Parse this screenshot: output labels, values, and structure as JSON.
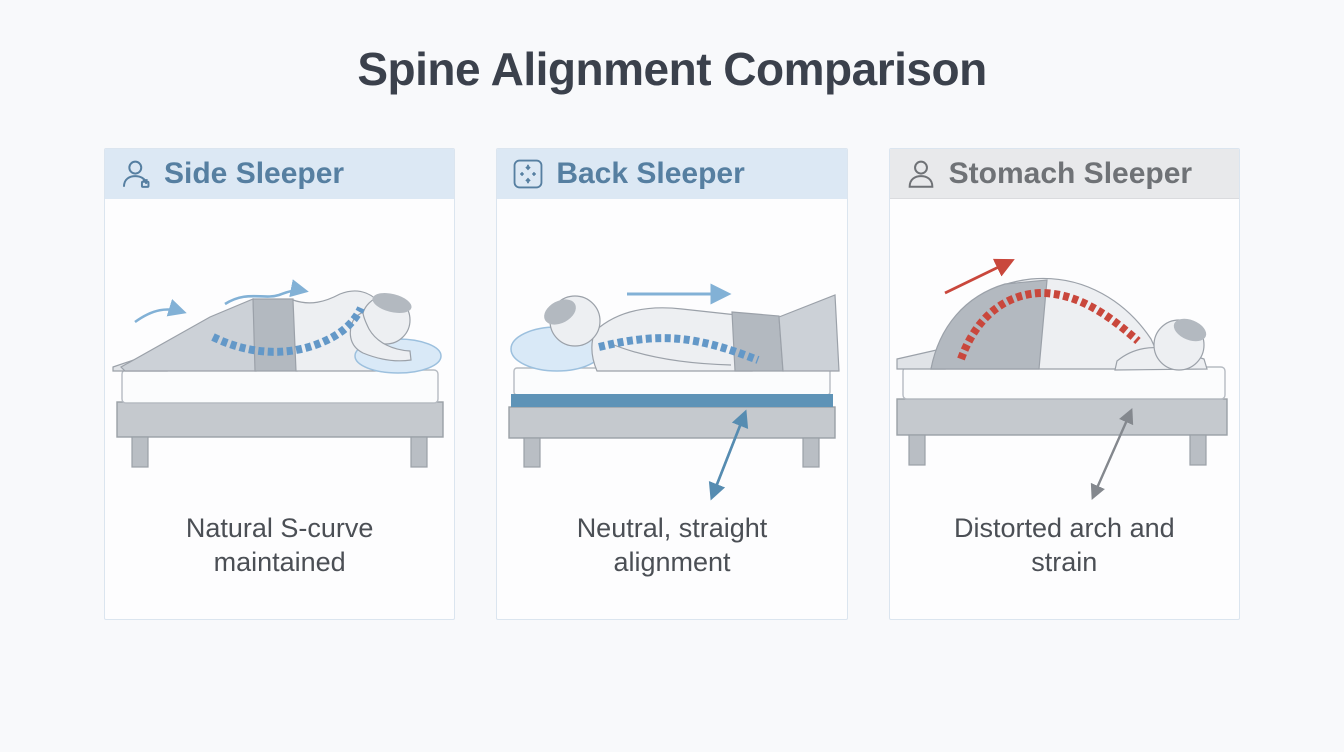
{
  "title": "Spine Alignment Comparison",
  "panels": [
    {
      "label": "Side Sleeper",
      "icon": "person-icon",
      "caption": "Natural S-curve maintained",
      "theme": "blue",
      "spine_state": "healthy-s-curve"
    },
    {
      "label": "Back Sleeper",
      "icon": "align-center-icon",
      "caption": "Neutral, straight alignment",
      "theme": "blue",
      "spine_state": "neutral-straight"
    },
    {
      "label": "Stomach Sleeper",
      "icon": "person-icon",
      "caption": "Distorted arch and strain",
      "theme": "gray",
      "spine_state": "distorted-arch"
    }
  ],
  "colors": {
    "page_background": "#f8f9fb",
    "panel_border": "#dbe5ef",
    "header_blue_bg": "#dce8f4",
    "header_blue_text": "#567fa1",
    "header_gray_bg": "#e8e9eb",
    "header_gray_text": "#6f7276",
    "title_text": "#3b414c",
    "caption_text": "#4b4f55",
    "spine_healthy_blue": "#6398c8",
    "spine_strain_red": "#c9473c",
    "arrow_blue": "#82b1d6",
    "arrow_steel": "#568cb1",
    "arrow_gray": "#84888e",
    "mattress_band_blue": "#5e93b7",
    "pillow_blue": "#d9e9f7",
    "body_gray": "#edeff2",
    "body_dark_gray": "#b3b9c0",
    "bed_frame_gray": "#c5c9ce"
  }
}
